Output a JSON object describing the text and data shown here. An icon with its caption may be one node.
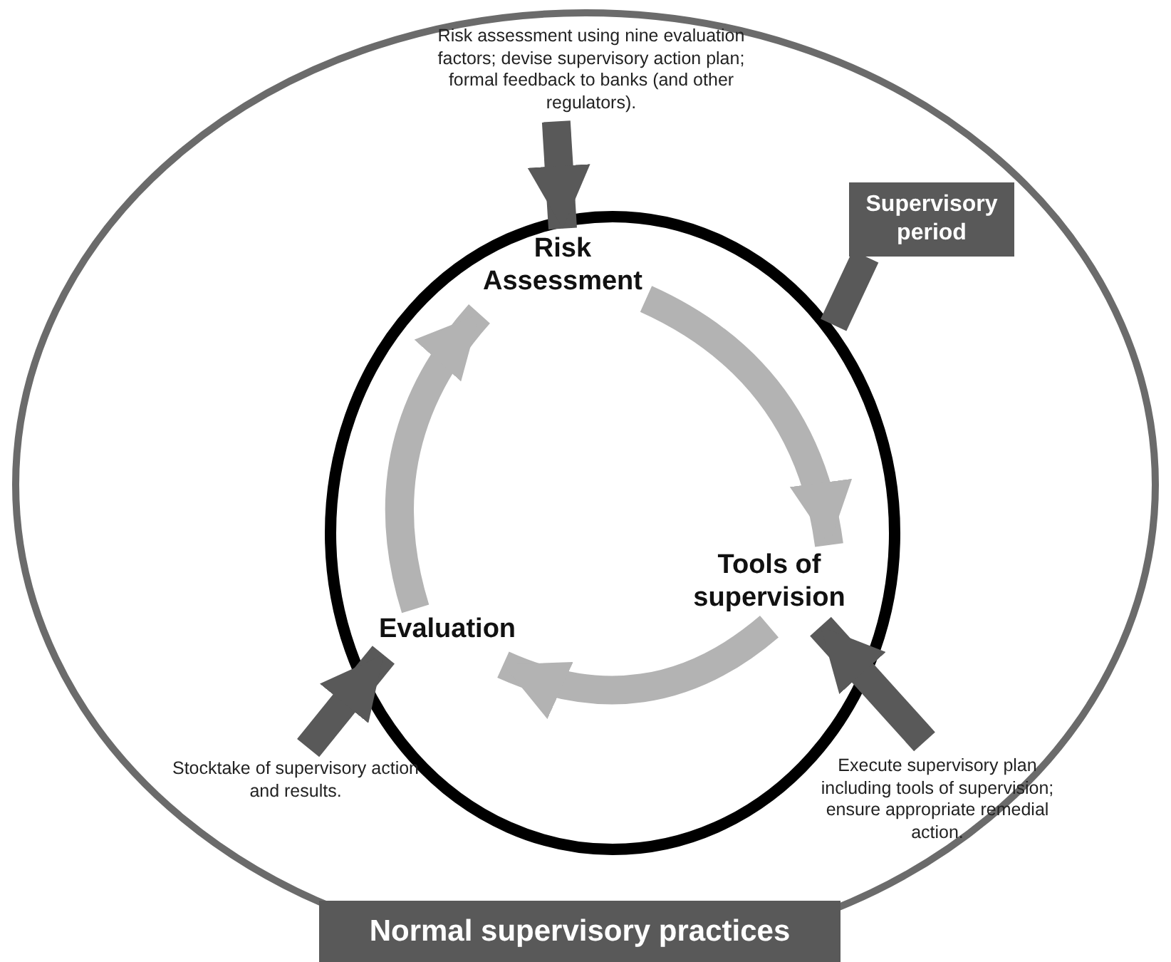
{
  "diagram": {
    "nodes": [
      {
        "text": [
          "Normal supervisory practices"
        ]
      },
      {
        "text": [
          "Risk assessment using nine evaluation factors; devise supervisory action plan; formal feedback to banks (and other regulators)."
        ],
        "in": 0
      },
      {
        "text": [
          "Supervisory period"
        ],
        "in": 0
      },
      {
        "text": [],
        "shape": "circle",
        "in": 0
      },
      {
        "text": [
          "Risk Assessment"
        ],
        "in": 3
      },
      {
        "text": [
          "Evaluation"
        ],
        "in": 3
      },
      {
        "text": [
          "Tools of supervision"
        ],
        "in": 3
      },
      {
        "text": [
          "Stocktake of supervisory action and results."
        ],
        "in": 0
      },
      {
        "text": [
          "Execute supervisory plan including tools of supervision; ensure appropriate remedial action."
        ],
        "in": 0
      }
    ],
    "edges": [
      {
        "from": 4,
        "to": 6,
        "arrow": "to",
        "color": "#b3b3b3"
      },
      {
        "from": 6,
        "to": 5,
        "arrow": "to",
        "color": "#b3b3b3"
      },
      {
        "from": 5,
        "to": 4,
        "arrow": "to",
        "color": "#b3b3b3"
      },
      {
        "from": 1,
        "to": 4,
        "arrow": "to"
      },
      {
        "from": 2,
        "to": 3,
        "arrow": "none"
      },
      {
        "from": 7,
        "to": 5,
        "arrow": "to"
      },
      {
        "from": 8,
        "to": 6,
        "arrow": "to"
      }
    ]
  }
}
